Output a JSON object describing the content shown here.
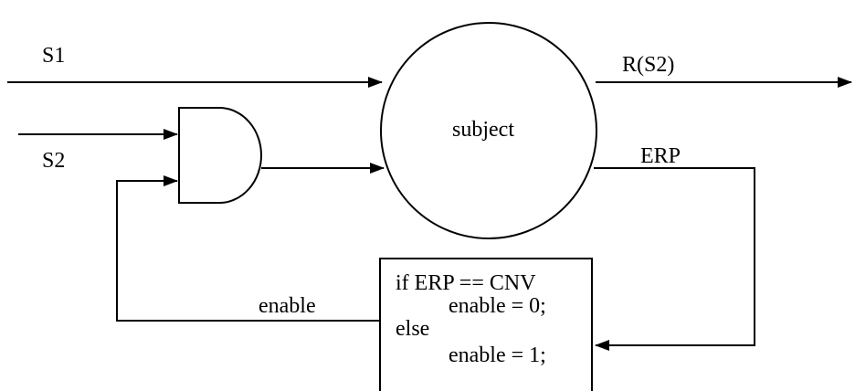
{
  "diagram": {
    "inputs": {
      "s1": "S1",
      "s2": "S2"
    },
    "subject": "subject",
    "outputs": {
      "response": "R(S2)",
      "erp": "ERP"
    },
    "feedback": {
      "enable_label": "enable"
    },
    "logic_box": {
      "line1": "if ERP == CNV",
      "line2": "enable = 0;",
      "line3": "else",
      "line4": "enable = 1;"
    }
  }
}
